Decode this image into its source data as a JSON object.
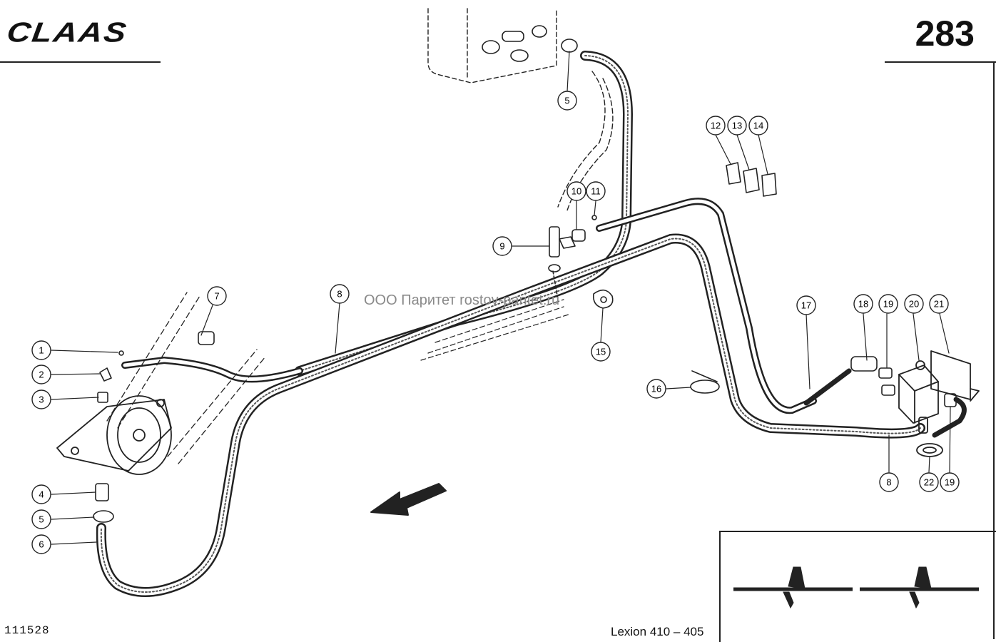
{
  "header": {
    "logo": "CLAAS",
    "page_number": "283"
  },
  "footer": {
    "doc_number": "111528",
    "model": "Lexion 410 – 405"
  },
  "watermark": "ООО Паритет  rostov-paritet.ru",
  "callouts": [
    {
      "id": "c1",
      "label": "1"
    },
    {
      "id": "c2",
      "label": "2"
    },
    {
      "id": "c3",
      "label": "3"
    },
    {
      "id": "c4",
      "label": "4"
    },
    {
      "id": "c5a",
      "label": "5"
    },
    {
      "id": "c6",
      "label": "6"
    },
    {
      "id": "c5b",
      "label": "5"
    },
    {
      "id": "c7",
      "label": "7"
    },
    {
      "id": "c8a",
      "label": "8"
    },
    {
      "id": "c9",
      "label": "9"
    },
    {
      "id": "c10",
      "label": "10"
    },
    {
      "id": "c11",
      "label": "11"
    },
    {
      "id": "c12",
      "label": "12"
    },
    {
      "id": "c13",
      "label": "13"
    },
    {
      "id": "c14",
      "label": "14"
    },
    {
      "id": "c15",
      "label": "15"
    },
    {
      "id": "c16",
      "label": "16"
    },
    {
      "id": "c17",
      "label": "17"
    },
    {
      "id": "c18",
      "label": "18"
    },
    {
      "id": "c19a",
      "label": "19"
    },
    {
      "id": "c20",
      "label": "20"
    },
    {
      "id": "c21",
      "label": "21"
    },
    {
      "id": "c8b",
      "label": "8"
    },
    {
      "id": "c22",
      "label": "22"
    },
    {
      "id": "c19b",
      "label": "19"
    }
  ]
}
